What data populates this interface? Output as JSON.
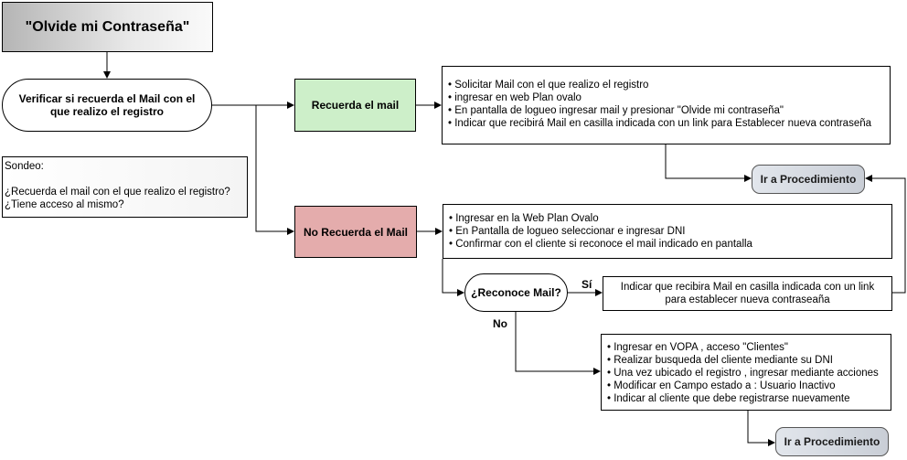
{
  "title": "\"Olvide mi Contraseña\"",
  "verify_node": "Verificar si recuerda el Mail con el que realizo el registro",
  "sondeo": {
    "heading": "Sondeo:",
    "questions": [
      "¿Recuerda el mail con el que realizo el registro?",
      "¿Tiene acceso al mismo?"
    ]
  },
  "branch_yes": "Recuerda el mail",
  "branch_no": "No Recuerda el Mail",
  "steps_remembers": [
    "• Solicitar Mail con el que realizo el registro",
    "• ingresar en web Plan ovalo",
    "• En pantalla de logueo ingresar mail y presionar \"Olvide mi contraseña\"",
    "• Indicar que recibirá Mail en casilla indicada con un link para Establecer nueva contraseña"
  ],
  "steps_not_remember": [
    "• Ingresar en la Web Plan Ovalo",
    "• En Pantalla de logueo seleccionar e ingresar DNI",
    "• Confirmar con el cliente si reconoce el mail indicado en pantalla"
  ],
  "decision": "¿Reconoce Mail?",
  "label_si": "Sí",
  "label_no": "No",
  "recognizes_step": "Indicar que recibira Mail en casilla indicada con un link para establecer nueva contraseaña",
  "steps_not_recognize": [
    "• Ingresar en VOPA , acceso \"Clientes\"",
    "• Realizar busqueda del cliente mediante su DNI",
    "• Una vez ubicado el registro , ingresar mediante acciones",
    "• Modificar en Campo estado a : Usuario Inactivo",
    "• Indicar al cliente que debe registrarse nuevamente"
  ],
  "procedure_1": "Ir  a Procedimiento",
  "procedure_2": "Ir  a Procedimiento"
}
